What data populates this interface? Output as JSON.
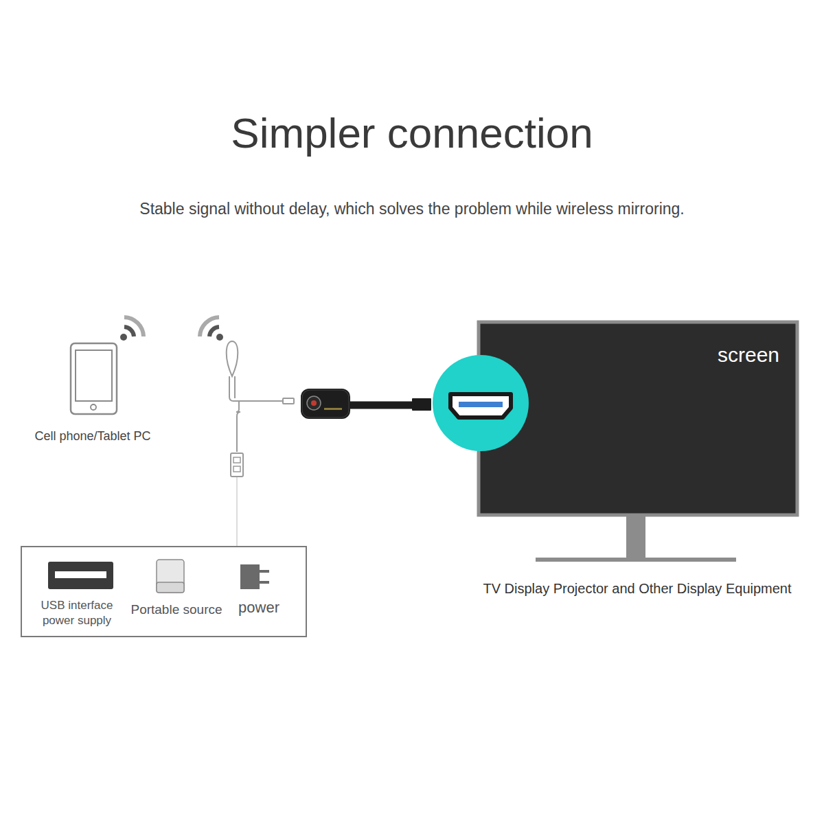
{
  "diagram": {
    "title": "Simpler connection",
    "nodes": [
      {
        "text": [
          "Cell phone/Tablet PC"
        ]
      },
      {
        "text": [
          "screen"
        ]
      },
      {
        "text": [
          "USB interface power supply",
          "Portable source",
          "power"
        ]
      }
    ],
    "labels": [
      "Stable signal without delay, which solves the problem while wireless mirroring.",
      "TV Display Projector and Other Display Equipment"
    ]
  }
}
